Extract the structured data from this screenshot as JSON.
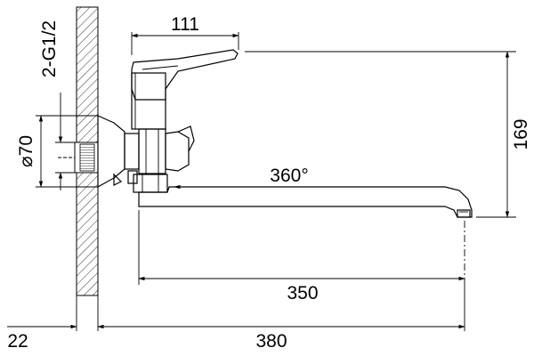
{
  "drawing": {
    "subject": "wall-mounted bath mixer with swivel spout — side view",
    "dimensions": {
      "lever_width": "111",
      "height": "169",
      "flange_diameter": "⌀70",
      "inlet_thread": "2-G1/2",
      "swivel_angle": "360°",
      "spout_reach": "350",
      "wall_offset": "22",
      "overall_length": "380"
    },
    "line_color": "#000000",
    "wall_hatch_color": "#000000"
  }
}
